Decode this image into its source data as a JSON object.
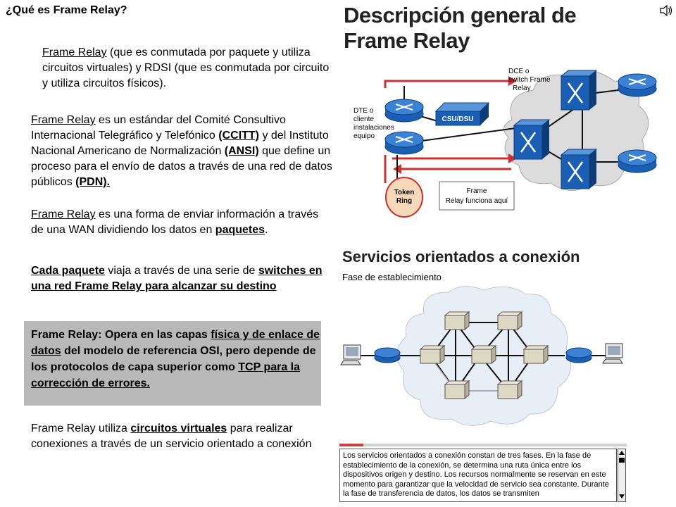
{
  "header": {
    "question": "¿Qué es Frame Relay?",
    "main_title_line1": "Descripción general de",
    "main_title_line2": "Frame Relay"
  },
  "left": {
    "p1": {
      "t1": "Frame Relay",
      "t2": " (que es conmutada por paquete y utiliza circuitos virtuales) y RDSI (que es conmutada por circuito y utiliza circuitos físicos)."
    },
    "p2": {
      "t1": "Frame Relay",
      "t2": " es un estándar del Comité Consultivo Internacional Telegráfico y Telefónico ",
      "t3": "(CCITT)",
      "t4": " y del Instituto Nacional Americano de Normalización ",
      "t5": "(ANSI)",
      "t6": " que define un proceso para el envío de datos a través de una red de datos públicos ",
      "t7": "(PDN)."
    },
    "p3": {
      "t1": "Frame Relay",
      "t2": " es una forma de enviar información a través de una WAN dividiendo los datos en ",
      "t3": "paquetes",
      "t4": "."
    },
    "p4": {
      "t1": "Cada paquete",
      "t2": " viaja a través de una serie de ",
      "t3": "switches en una red Frame Relay para alcanzar su destino"
    },
    "p5": {
      "t1": "Frame Relay: Opera en las capas ",
      "t2": "física y de enlace de datos",
      "t3": " del modelo de referencia OSI, pero depende de los protocolos de capa superior como ",
      "t4": "TCP para la corrección de errores."
    },
    "p6": {
      "t1": "Frame Relay utiliza ",
      "t2": "circuitos virtuales",
      "t3": " para realizar conexiones a través de un servicio orientado a conexión"
    }
  },
  "diagram1": {
    "dce_label": [
      "DCE o",
      "switch Frame",
      "Relay"
    ],
    "dte_label": [
      "DTE o",
      "cliente",
      "instalaciones",
      "equipo"
    ],
    "csu_label": "CSU/DSU",
    "token_ring": [
      "Token",
      "Ring"
    ],
    "frame_box": [
      "Frame",
      "Relay funciona aquí"
    ],
    "accent_color": "#d03030",
    "switch_color": "#1a5fb4"
  },
  "services": {
    "title": "Servicios orientados a conexión",
    "subtitle": "Fase de establecimiento",
    "description": "Los servicios orientados a conexión constan de tres fases. En la fase de establecimiento de la conexión, se determina una ruta única entre los dispositivos origen y destino. Los recursos normalmente se reservan en este momento para garantizar que la velocidad de servicio sea constante. Durante la fase de transferencia de datos, los datos se transmiten"
  },
  "icons": {
    "speaker": "speaker-icon",
    "scroll_up": "arrow-up-icon",
    "scroll_down": "arrow-down-icon"
  }
}
